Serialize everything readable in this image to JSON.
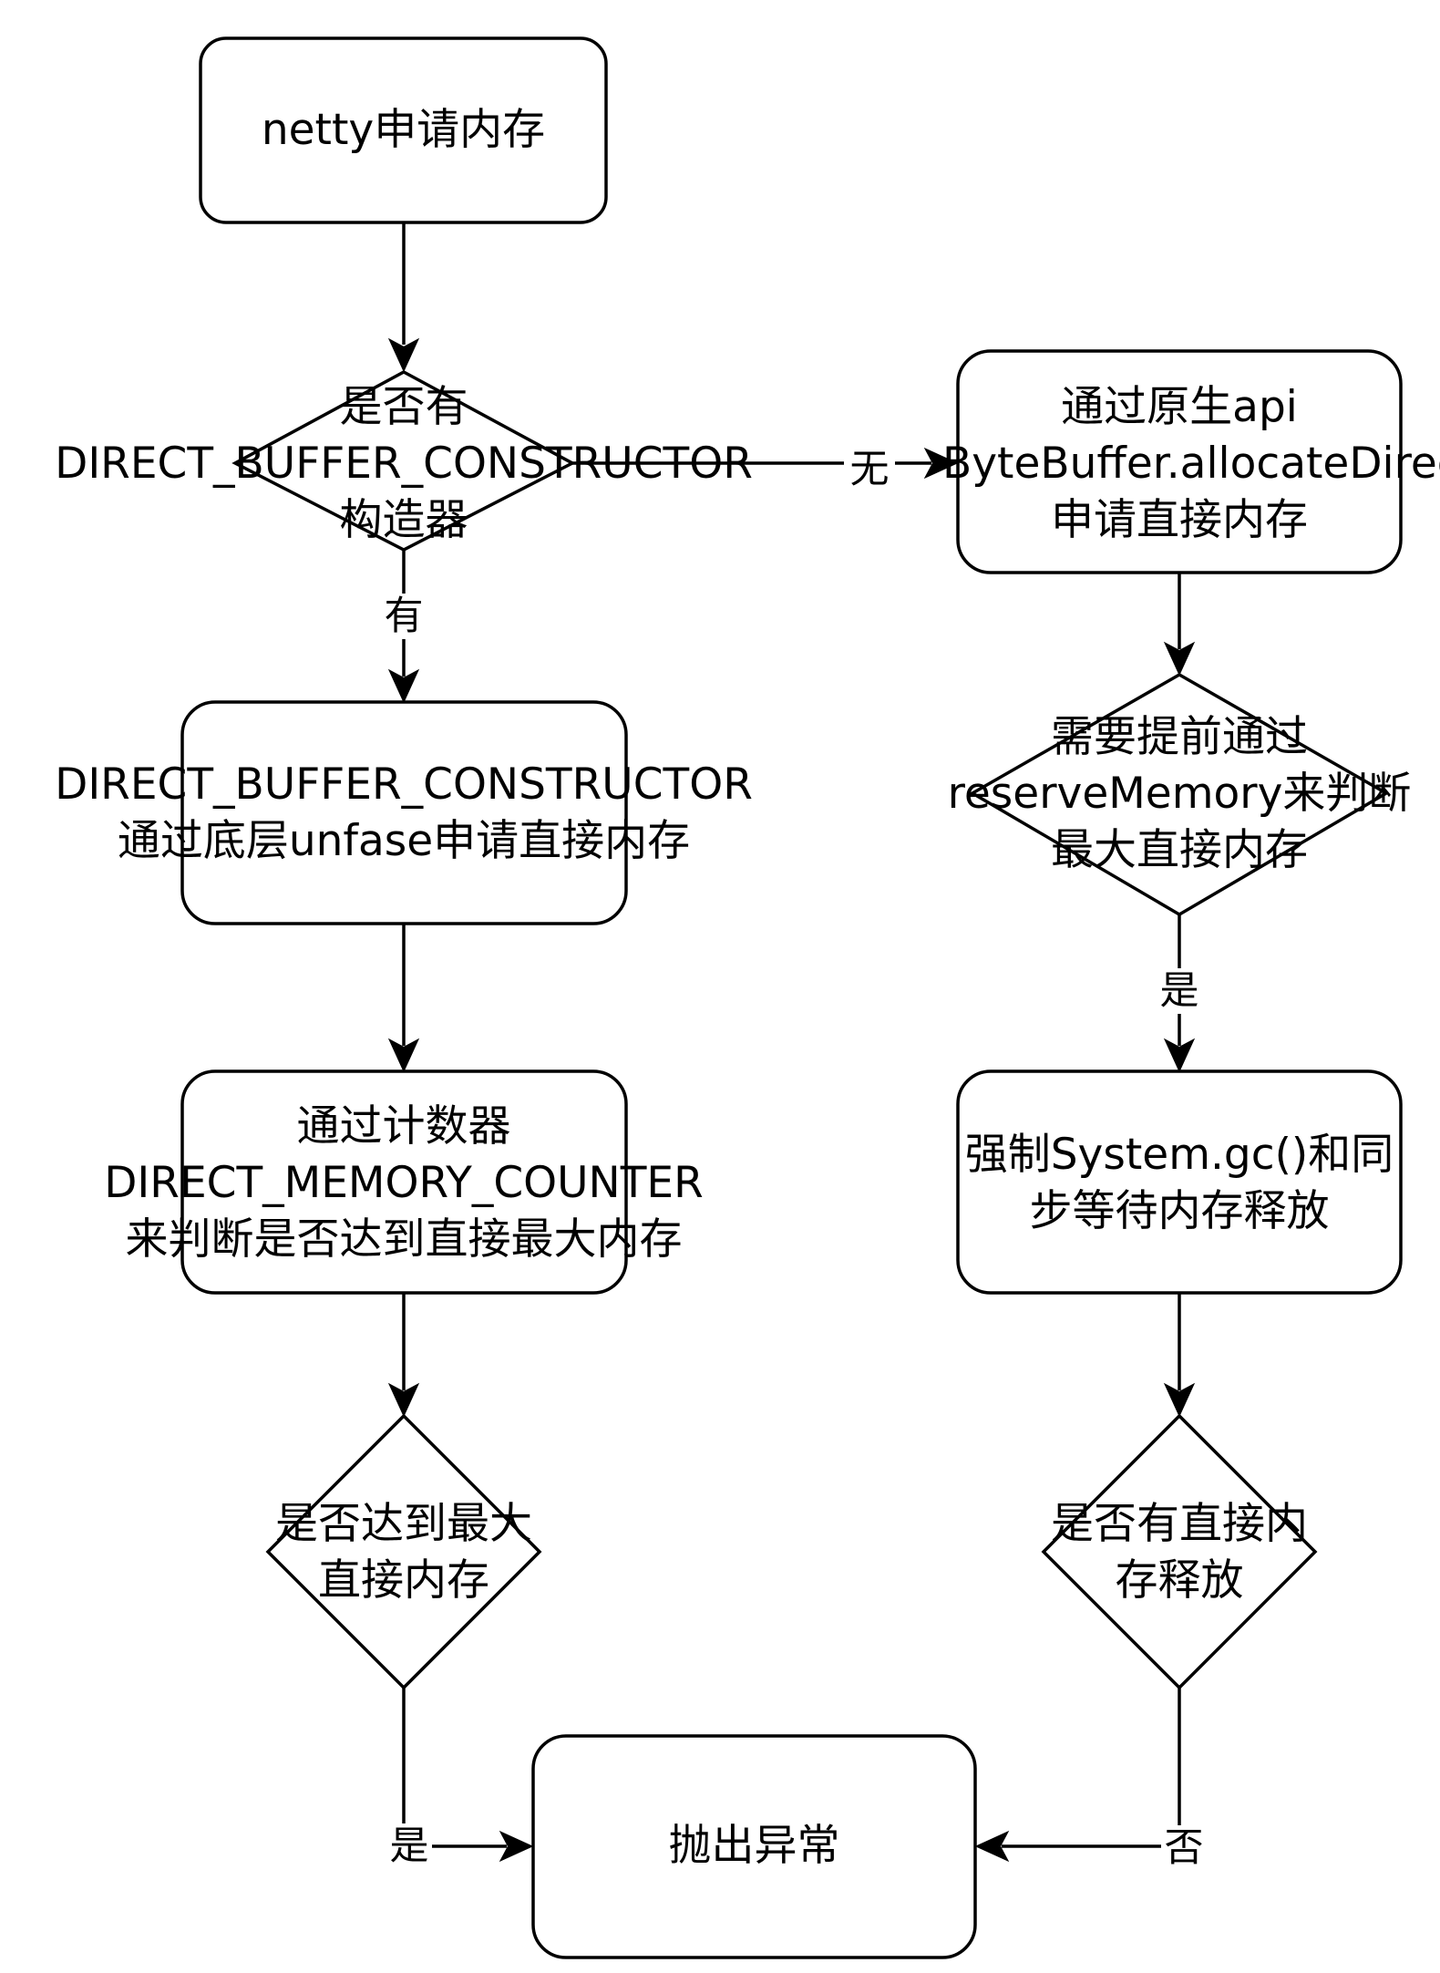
{
  "nodes": {
    "start": {
      "lines": [
        "netty申请内存"
      ]
    },
    "has_constructor": {
      "lines": [
        "是否有",
        "DIRECT_BUFFER_CONSTRUCTOR",
        "构造器"
      ]
    },
    "native_api": {
      "lines": [
        "通过原生api",
        "ByteBuffer.allocateDirect",
        "申请直接内存"
      ]
    },
    "unsafe_alloc": {
      "lines": [
        "DIRECT_BUFFER_CONSTRUCTOR",
        "通过底层unfase申请直接内存"
      ]
    },
    "reserve_memory": {
      "lines": [
        "需要提前通过",
        "reserveMemory来判断",
        "最大直接内存"
      ]
    },
    "counter_check": {
      "lines": [
        "通过计数器",
        "DIRECT_MEMORY_COUNTER",
        "来判断是否达到直接最大内存"
      ]
    },
    "force_gc": {
      "lines": [
        "强制System.gc()和同",
        "步等待内存释放"
      ]
    },
    "max_reached": {
      "lines": [
        "是否达到最大",
        "直接内存"
      ]
    },
    "memory_released": {
      "lines": [
        "是否有直接内",
        "存释放"
      ]
    },
    "throw": {
      "lines": [
        "抛出异常"
      ]
    }
  },
  "edges": {
    "no_constructor": "无",
    "has_constructor": "有",
    "reserve_yes": "是",
    "max_yes": "是",
    "release_no": "否"
  }
}
